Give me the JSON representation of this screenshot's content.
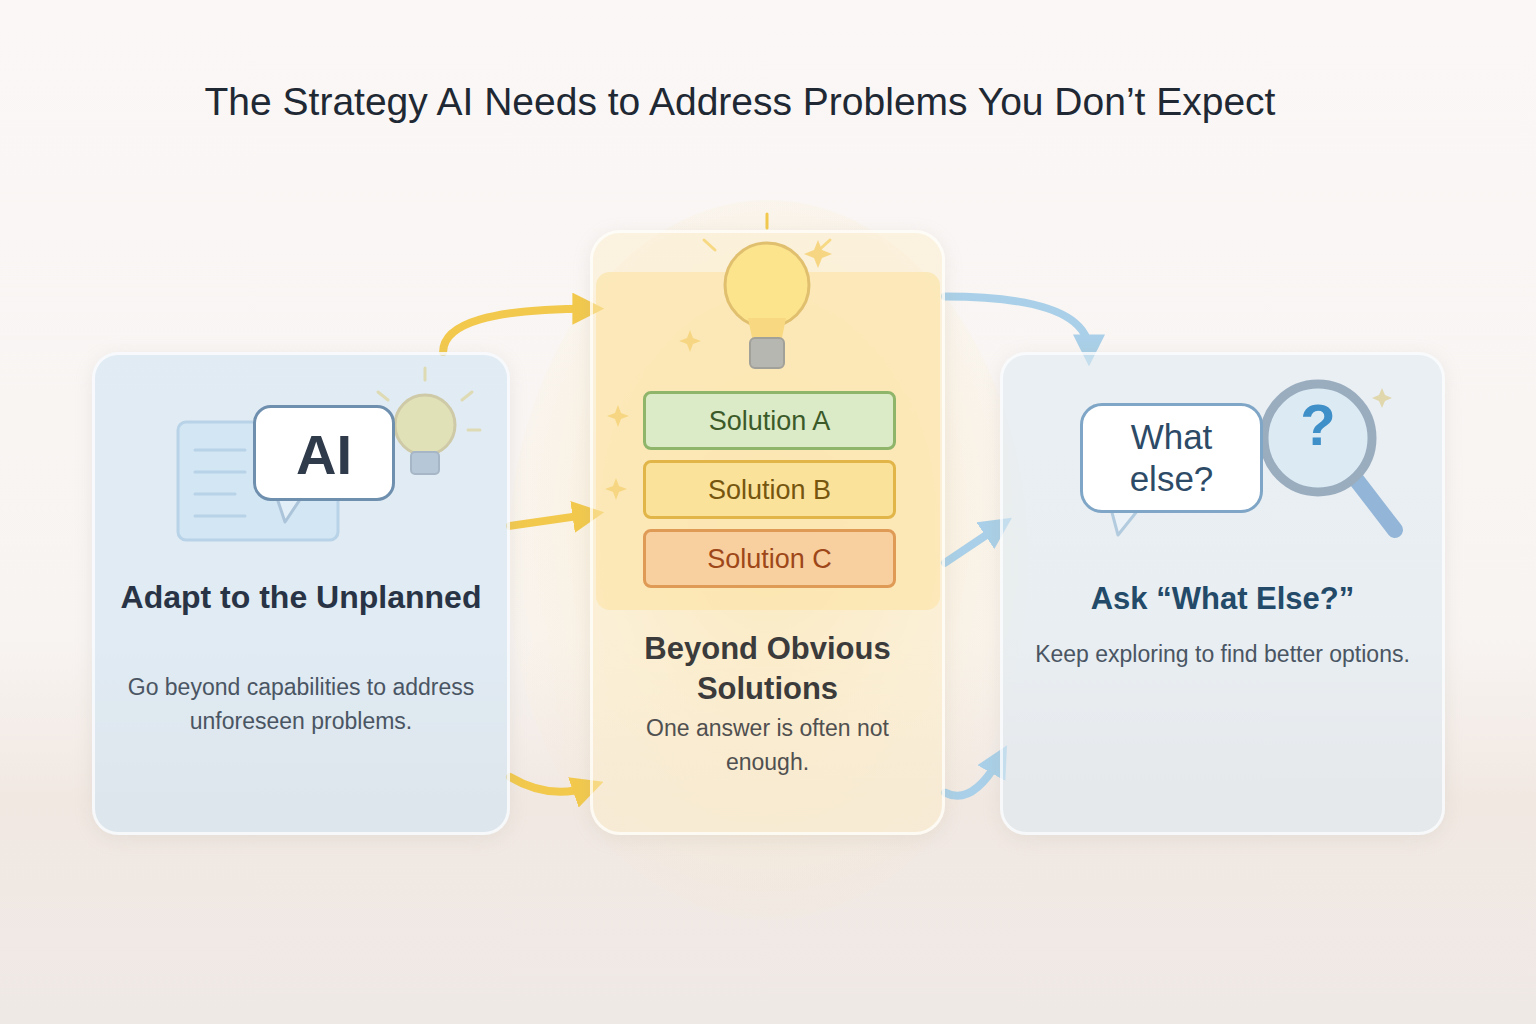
{
  "diagram": {
    "title": "The Strategy AI Needs to Address Problems You Don’t Expect",
    "nodes": [
      {
        "text": [
          "Adapt to the Unplanned",
          "Go beyond capabilities to address unforeseen problems."
        ]
      },
      {
        "text": [
          "AI"
        ],
        "in": 0
      },
      {
        "text": [
          "Beyond Obvious Solutions",
          "One answer is often not enough."
        ]
      },
      {
        "text": [
          "Solution A"
        ],
        "in": 2
      },
      {
        "text": [
          "Solution B"
        ],
        "in": 2
      },
      {
        "text": [
          "Solution C"
        ],
        "in": 2
      },
      {
        "text": [
          "Ask “What Else?”",
          "Keep exploring to find better options."
        ]
      },
      {
        "text": [
          "What else?"
        ],
        "in": 6
      }
    ],
    "edges": [
      {
        "from": 0,
        "to": 2,
        "arrow": "to"
      },
      {
        "from": 0,
        "to": 2,
        "arrow": "to"
      },
      {
        "from": 0,
        "to": 2,
        "arrow": "to"
      },
      {
        "from": 2,
        "to": 6,
        "arrow": "to"
      },
      {
        "from": 2,
        "to": 6,
        "arrow": "to"
      },
      {
        "from": 2,
        "to": 6,
        "arrow": "to"
      }
    ],
    "labels": [
      "?"
    ]
  }
}
